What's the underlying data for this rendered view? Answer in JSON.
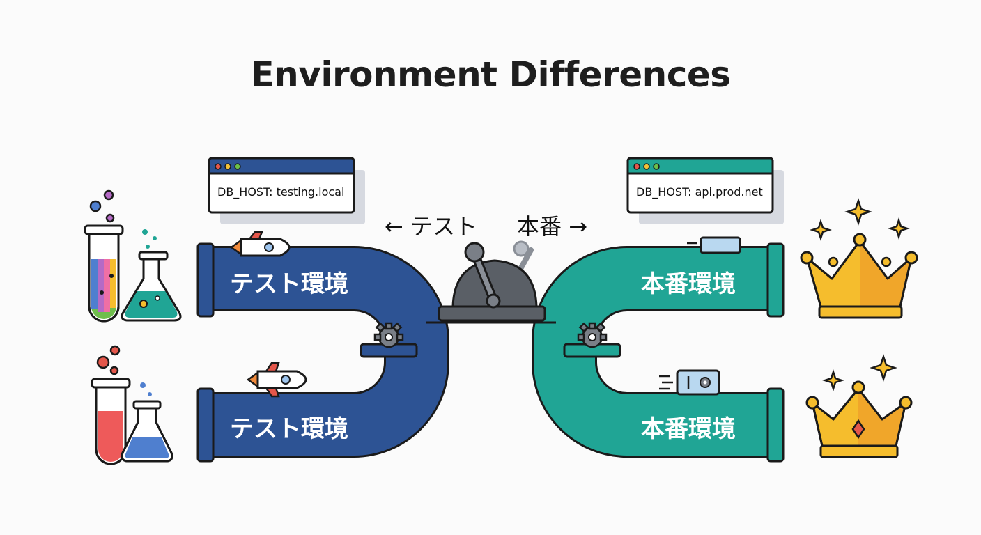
{
  "title": "Environment Differences",
  "test_env": {
    "config_text": "DB_HOST: testing.local",
    "pipe_label_top": "テスト環境",
    "pipe_label_bottom": "テスト環境",
    "color": "#2d5394"
  },
  "prod_env": {
    "config_text": "DB_HOST: api.prod.net",
    "pipe_label_top": "本番環境",
    "pipe_label_bottom": "本番環境",
    "color": "#20a595"
  },
  "switch": {
    "left_label": "← テスト",
    "right_label": "本番 →"
  },
  "colors": {
    "outline": "#1a1a1a",
    "crown_gold": "#f5bd2d",
    "gear": "#7a7f87"
  }
}
